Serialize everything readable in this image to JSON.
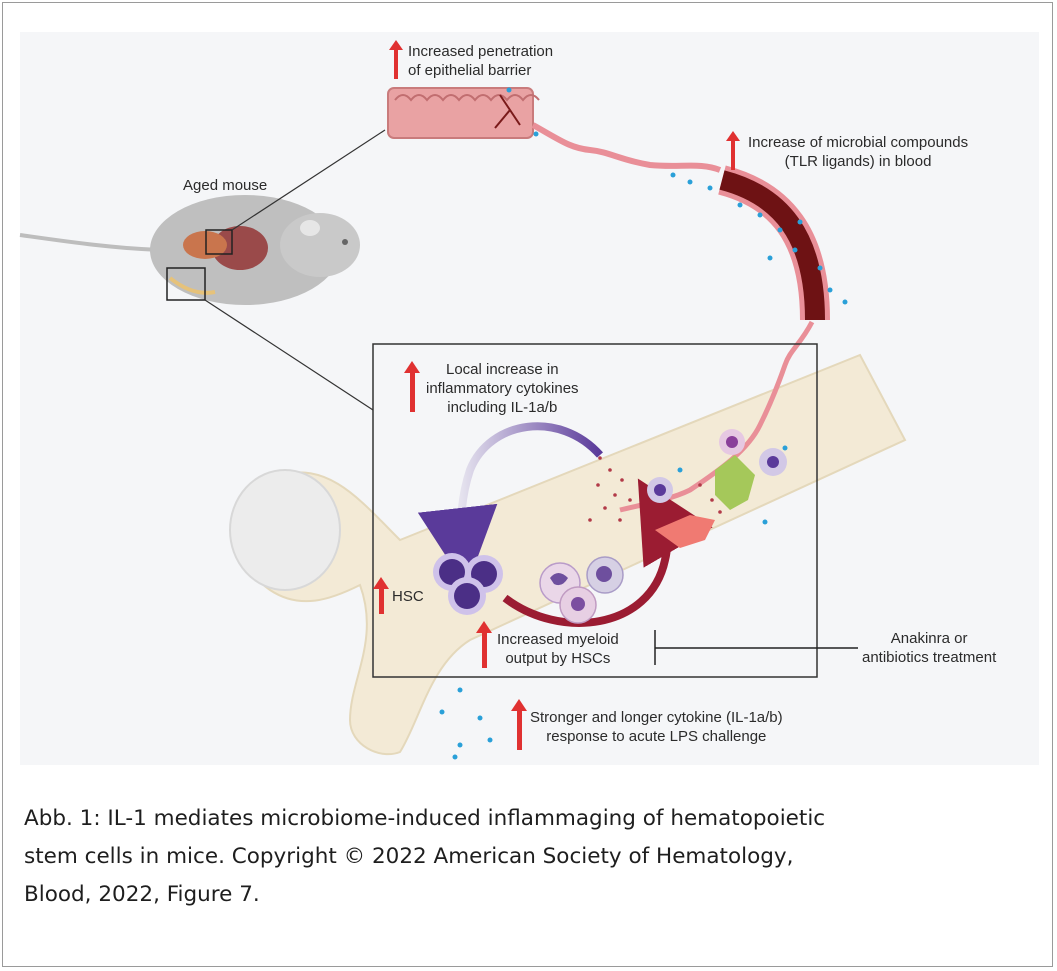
{
  "labels": {
    "epithelial": [
      "Increased penetration",
      "of epithelial barrier"
    ],
    "microbial": [
      "Increase of microbial compounds",
      "(TLR ligands) in blood"
    ],
    "aged_mouse": "Aged mouse",
    "cytokines": [
      "Local increase in",
      "inflammatory cytokines",
      "including IL-1a/b"
    ],
    "hsc": "HSC",
    "myeloid": [
      "Increased myeloid",
      "output by HSCs"
    ],
    "treatment": [
      "Anakinra or",
      "antibiotics treatment"
    ],
    "lps": [
      "Stronger and longer cytokine (IL-1a/b)",
      "response to acute LPS challenge"
    ]
  },
  "caption": [
    "Abb. 1: IL-1 mediates microbiome-induced inflammaging of hematopoietic",
    "stem cells in mice. Copyright © 2022 American Society of Hematology,",
    "Blood, 2022, Figure 7."
  ],
  "colors": {
    "up_arrow": "#e03131",
    "hsc_cycle": "#5a3a9a",
    "myeloid_cycle": "#9b1c32",
    "vessel": "#f0a0a8",
    "microbe_dot": "#2aa0d8",
    "bone": "#f3ead6"
  }
}
